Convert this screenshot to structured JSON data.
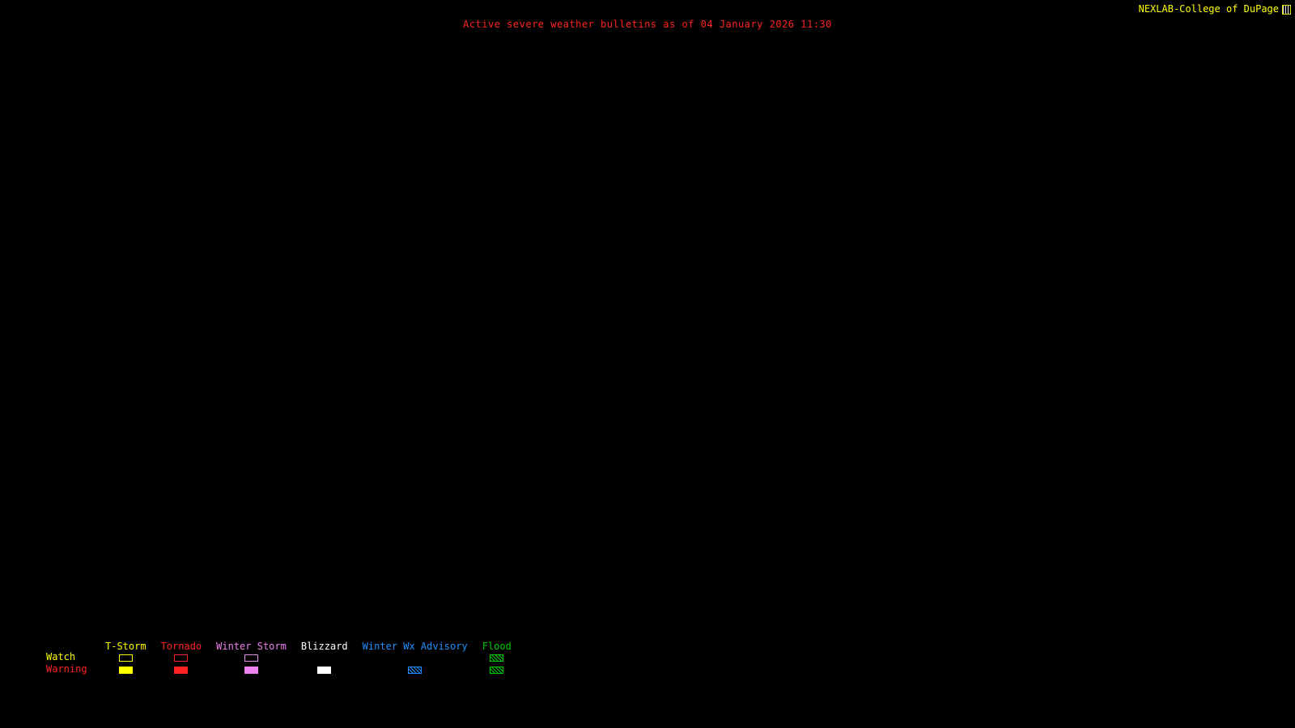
{
  "header": {
    "brand": "NEXLAB-College of DuPage",
    "brand_color": "#ffff00",
    "title": "Active severe weather bulletins as of 04 January 2026 11:30",
    "title_color": "#ff2222"
  },
  "legend": {
    "rows": [
      {
        "label": "Watch",
        "color": "#ffff00"
      },
      {
        "label": "Warning",
        "color": "#ff2222"
      }
    ],
    "categories": [
      {
        "label": "T-Storm",
        "color": "#ffff00",
        "watch": "outline",
        "warning": "fill"
      },
      {
        "label": "Tornado",
        "color": "#ff2222",
        "watch": "outline",
        "warning": "fill"
      },
      {
        "label": "Winter Storm",
        "color": "#ee82ee",
        "watch": "outline",
        "warning": "fill"
      },
      {
        "label": "Blizzard",
        "color": "#ffffff",
        "watch": "none",
        "warning": "fill"
      },
      {
        "label": "Winter Wx Advisory",
        "color": "#1e90ff",
        "watch": "none",
        "warning": "hatch"
      },
      {
        "label": "Flood",
        "color": "#00cc00",
        "watch": "hatch",
        "warning": "hatch"
      }
    ]
  }
}
